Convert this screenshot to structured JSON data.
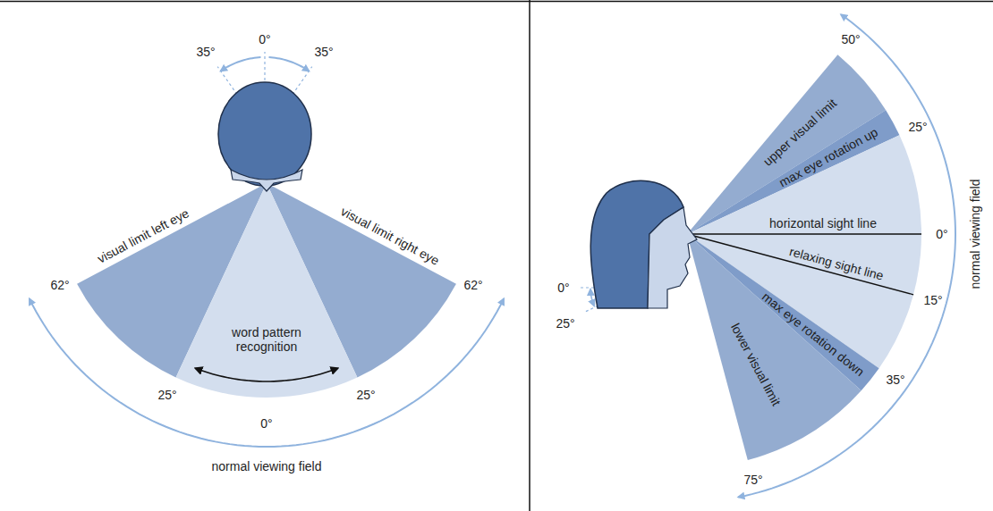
{
  "diagram": {
    "labels": [
      "35°",
      "0°",
      "35°",
      "visual limit left eye",
      "visual limit right eye",
      "62°",
      "62°",
      "word pattern recognition",
      "25°",
      "25°",
      "0°",
      "normal viewing field",
      "50°",
      "upper visual limit",
      "max eye rotation up",
      "25°",
      "horizontal sight line",
      "0°",
      "relaxing sight line",
      "15°",
      "max eye rotation down",
      "35°",
      "lower visual limit",
      "75°",
      "normal viewing field",
      "0°",
      "25°"
    ]
  }
}
